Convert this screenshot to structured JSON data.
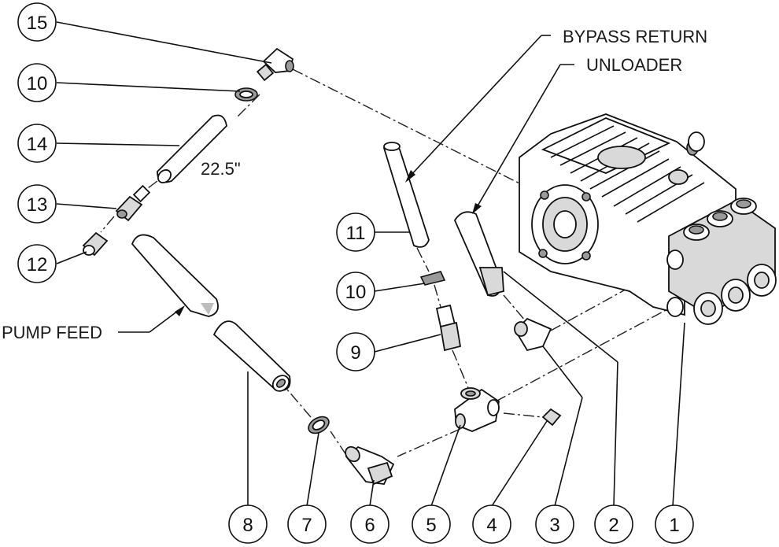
{
  "labels": {
    "bypass_return": "BYPASS RETURN",
    "unloader": "UNLOADER",
    "pump_feed": "PUMP FEED",
    "length": "22.5\""
  },
  "callouts": {
    "c15": "15",
    "c10a": "10",
    "c14": "14",
    "c13": "13",
    "c12": "12",
    "c11": "11",
    "c10b": "10",
    "c9": "9",
    "c8": "8",
    "c7": "7",
    "c6": "6",
    "c5": "5",
    "c4": "4",
    "c3": "3",
    "c2": "2",
    "c1": "1"
  }
}
